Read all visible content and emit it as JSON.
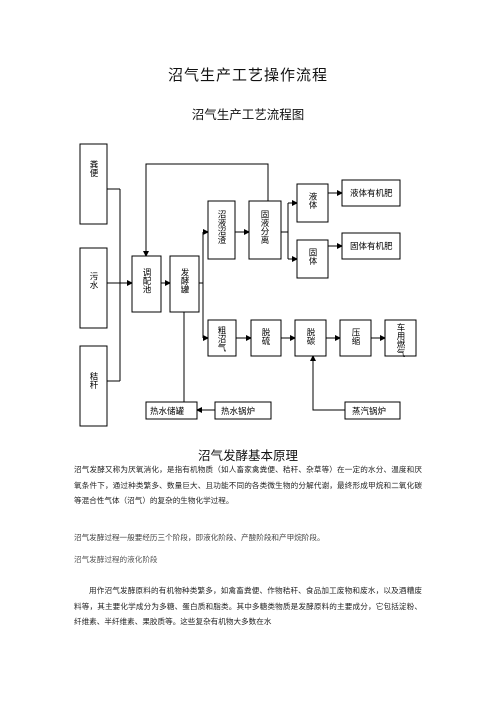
{
  "doc": {
    "title": "沼气生产工艺操作流程",
    "subtitle": "沼气生产工艺流程图",
    "section_title": "沼气发酵基本原理",
    "paragraphs": [
      "沼气发酵又称为厌氧消化，是指有机物质（如人畜家禽粪便、秸秆、杂草等）在一定的水分、温度和厌氧条件下，通过种类繁多、数量巨大、且功能不同的各类微生物的分解代谢，最终形成甲烷和二氧化碳等混合性气体（沼气）的复杂的生物化学过程。",
      "沼气发酵过程一般要经历三个阶段，即液化阶段、产酸阶段和产甲烷阶段。",
      "沼气发酵过程的液化阶段",
      "用作沼气发酵原料的有机物种类繁多，如禽畜粪便、作物秸秆、食品加工废物和废水，以及酒糟废料等，其主要化学成分为多糖、蛋白质和脂类。其中多糖类物质是发酵原料的主要成分，它包括淀粉、纤维素、半纤维素、果胶质等。这些复杂有机物大多数在水"
    ]
  },
  "flow": {
    "nodes": {
      "manure": "粪便",
      "wastewater": "污水",
      "straw": "秸秆",
      "mix_tank": "调配池",
      "digester": "发酵罐",
      "residue": "沼液沼渣",
      "separator": "固液分离",
      "liquid": "液体",
      "solid": "固体",
      "liquid_fert": "液体有机肥",
      "solid_fert": "固体有机肥",
      "raw_gas": "粗沼气",
      "desulfur": "脱硫",
      "decarbon": "脱碳",
      "compress": "压缩",
      "vehicle_gas": "车用燃气",
      "hot_water_tank": "热水储罐",
      "hot_water_boiler": "热水锅炉",
      "steam_boiler": "蒸汽锅炉"
    }
  }
}
